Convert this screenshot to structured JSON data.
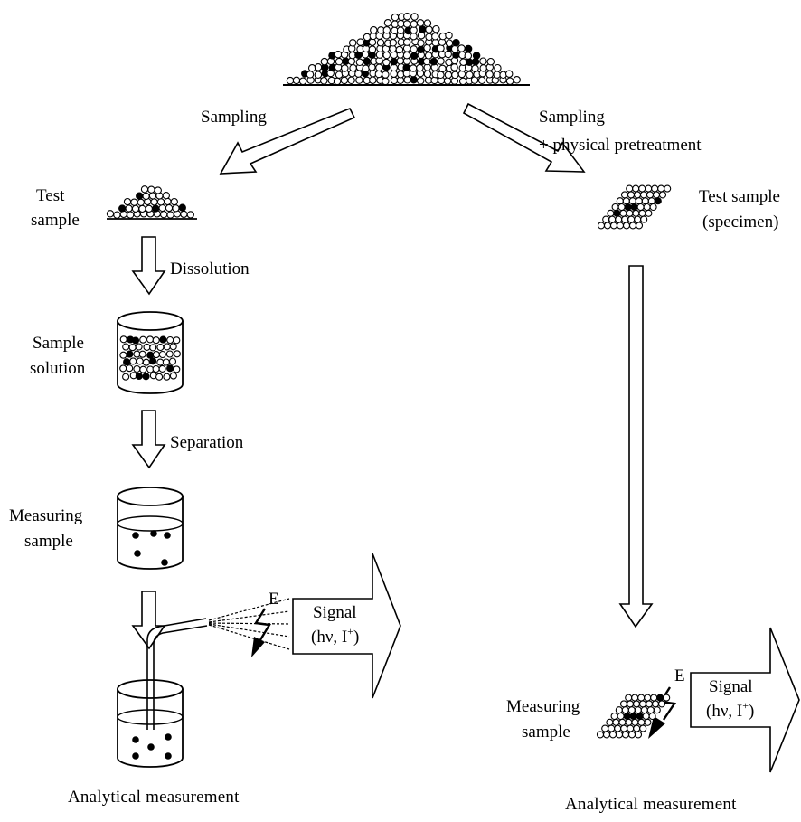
{
  "colors": {
    "ink": "#000000",
    "paper": "#ffffff"
  },
  "top": {
    "sampling_left": "Sampling",
    "sampling_right": "Sampling",
    "pretreatment": "+ physical pretreatment"
  },
  "left": {
    "test_sample_l1": "Test",
    "test_sample_l2": "sample",
    "dissolution": "Dissolution",
    "sample_solution_l1": "Sample",
    "sample_solution_l2": "solution",
    "separation": "Separation",
    "measuring_l1": "Measuring",
    "measuring_l2": "sample",
    "energy": "E",
    "signal_l1": "Signal",
    "signal_l2_a": "(hν, I",
    "signal_l2_sup": "+",
    "signal_l2_b": ")",
    "caption": "Analytical measurement"
  },
  "right": {
    "test_sample_l1": "Test sample",
    "test_sample_l2": "(specimen)",
    "measuring_l1": "Measuring",
    "measuring_l2": "sample",
    "energy": "E",
    "signal_l1": "Signal",
    "signal_l2_a": "(hν, I",
    "signal_l2_sup": "+",
    "signal_l2_b": ")",
    "caption": "Analytical measurement"
  }
}
